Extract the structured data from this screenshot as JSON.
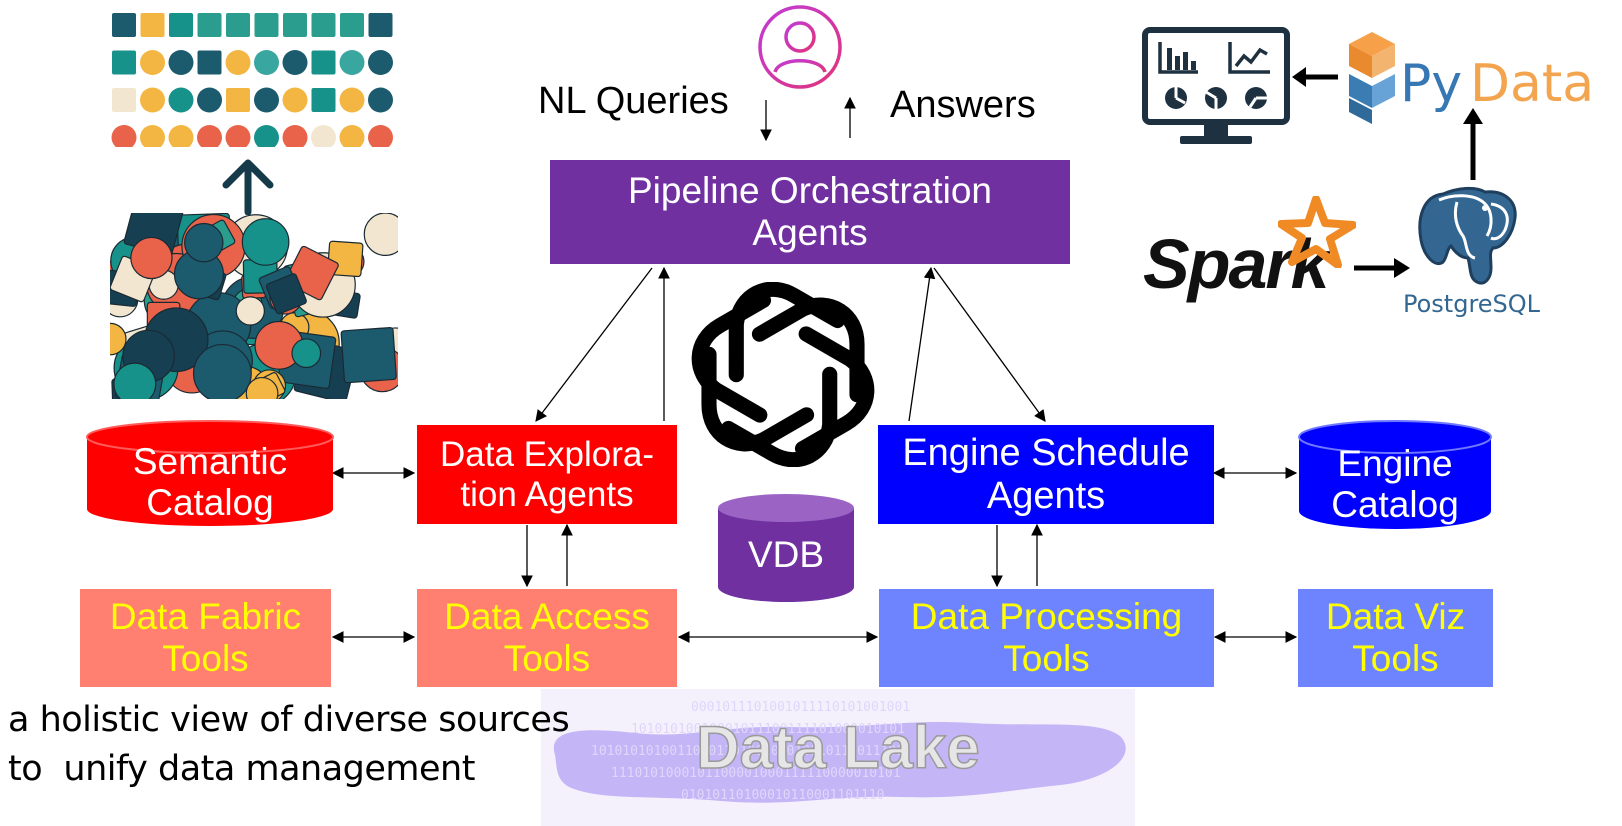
{
  "colors": {
    "orchestration": "#7030a0",
    "exploration": "#ff0000",
    "engine_schedule": "#0000ff",
    "access_fabric": "#ff8071",
    "processing_viz": "#6e84ff",
    "vdb": "#7030a0",
    "lake": "#c3b5f5",
    "yellow_text": "#ffff00"
  },
  "icons": {
    "user": "user-icon",
    "openai": "openai-logo-icon",
    "dashboard": "dashboard-monitor-icon",
    "pydata": "pydata-logo-icon",
    "spark": "spark-logo-icon",
    "postgres": "postgresql-elephant-icon",
    "chaos": "scattered-data-shapes-icon",
    "ordered": "organized-data-grid-icon",
    "up_arrow": "up-arrow-icon"
  },
  "top": {
    "nl_queries": "NL Queries",
    "answers": "Answers"
  },
  "boxes": {
    "orchestration": "Pipeline Orchestration\nAgents",
    "exploration": "Data Explora-\ntion Agents",
    "engine_schedule": "Engine Schedule\nAgents",
    "data_fabric": "Data Fabric\nTools",
    "data_access": "Data Access\nTools",
    "data_processing": "Data Processing\nTools",
    "data_viz": "Data Viz\nTools"
  },
  "cylinders": {
    "semantic": "Semantic\nCatalog",
    "engine": "Engine\nCatalog",
    "vdb": "VDB"
  },
  "logos": {
    "pydata_py": "Py",
    "pydata_data": "Data",
    "spark": "Spark",
    "postgres": "PostgreSQL"
  },
  "data_lake": {
    "title": "Data Lake",
    "binary_rows": [
      "0001011101001011110101001001",
      "10101010010001011100111101000010101",
      "1010101010011010110100101010110111011101",
      "1110101000101100001000111110000010101",
      "01010110100010110001101110"
    ]
  },
  "caption": {
    "line1": "a holistic view of diverse sources",
    "line2": "to  unify data management"
  }
}
